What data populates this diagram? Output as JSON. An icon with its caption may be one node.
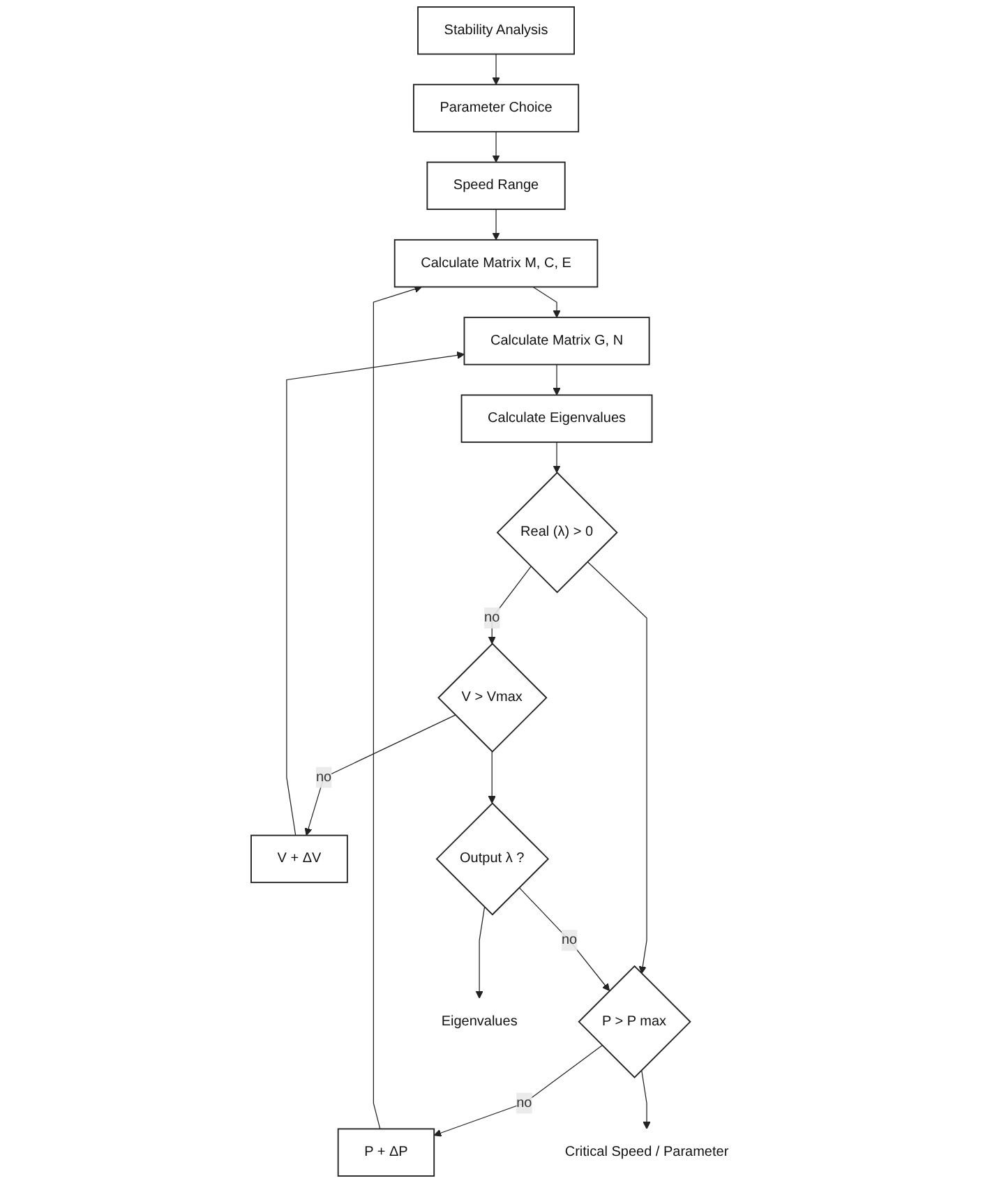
{
  "diagram": {
    "nodes": [
      {
        "text": [
          "Stability Analysis"
        ]
      },
      {
        "text": [
          "Parameter Choice"
        ]
      },
      {
        "text": [
          "Speed Range"
        ]
      },
      {
        "text": [
          "Calculate Matrix M, C, E"
        ]
      },
      {
        "text": [
          "Calculate Matrix G, N"
        ]
      },
      {
        "text": [
          "V + ΔV"
        ]
      },
      {
        "text": [
          "Calculate Eigenvalues"
        ]
      },
      {
        "text": [
          "P + ΔP"
        ]
      },
      {
        "text": [
          "Real (λ) > 0"
        ]
      },
      {
        "text": [
          "V > Vmax"
        ]
      },
      {
        "text": [
          "P > P max"
        ]
      },
      {
        "text": [
          "Output λ ?"
        ]
      },
      {
        "text": [
          "Critical Speed / Parameter"
        ]
      },
      {
        "text": [
          "Eigenvalues"
        ]
      }
    ],
    "edges": [
      {
        "from": 0,
        "to": 1,
        "arrow": "to"
      },
      {
        "from": 1,
        "to": 2,
        "arrow": "to"
      },
      {
        "from": 2,
        "to": 3,
        "arrow": "to"
      },
      {
        "from": 3,
        "to": 4,
        "arrow": "to"
      },
      {
        "from": 4,
        "to": 6,
        "arrow": "to"
      },
      {
        "from": 6,
        "to": 8,
        "arrow": "to"
      },
      {
        "from": 8,
        "to": 9,
        "arrow": "to",
        "label": "no"
      },
      {
        "from": 9,
        "to": 5,
        "arrow": "to",
        "label": "no"
      },
      {
        "from": 5,
        "to": 4,
        "arrow": "to"
      },
      {
        "from": 8,
        "to": 10,
        "arrow": "to"
      },
      {
        "from": 10,
        "to": 7,
        "arrow": "to",
        "label": "no"
      },
      {
        "from": 7,
        "to": 3,
        "arrow": "to"
      },
      {
        "from": 9,
        "to": 11,
        "arrow": "to"
      },
      {
        "from": 11,
        "to": 10,
        "arrow": "to",
        "label": "no"
      },
      {
        "from": 10,
        "to": 12,
        "arrow": "to"
      },
      {
        "from": 11,
        "to": 13,
        "arrow": "to"
      }
    ]
  }
}
